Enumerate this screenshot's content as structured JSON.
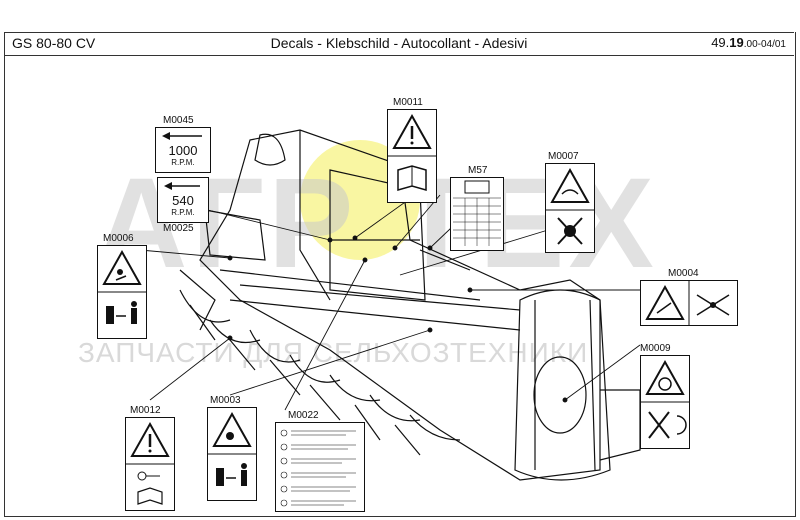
{
  "header": {
    "model": "GS 80-80 CV",
    "title": "Decals - Klebschild - Autocollant - Adesivi",
    "page_main": "49.",
    "page_bold": "19",
    "page_suffix": ".00-04/01"
  },
  "watermark": {
    "big": "АГР  ТЕХ",
    "small": "ЗАПЧАСТИ ДЛЯ СЕЛЬХОЗТЕХНИКИ"
  },
  "decals": {
    "m0045": {
      "code": "M0045",
      "rpm": "1000",
      "unit": "R.P.M."
    },
    "m0025": {
      "code": "M0025",
      "rpm": "540",
      "unit": "R.P.M."
    },
    "m0011": {
      "code": "M0011"
    },
    "m57": {
      "code": "M57"
    },
    "m0007": {
      "code": "M0007"
    },
    "m0006": {
      "code": "M0006"
    },
    "m0004": {
      "code": "M0004"
    },
    "m0009": {
      "code": "M0009"
    },
    "m0012": {
      "code": "M0012"
    },
    "m0003": {
      "code": "M0003"
    },
    "m0022": {
      "code": "M0022"
    }
  },
  "icons": [
    "warning-triangle-icon",
    "manual-book-icon",
    "person-icon",
    "rotating-blade-icon",
    "hand-hazard-icon"
  ]
}
